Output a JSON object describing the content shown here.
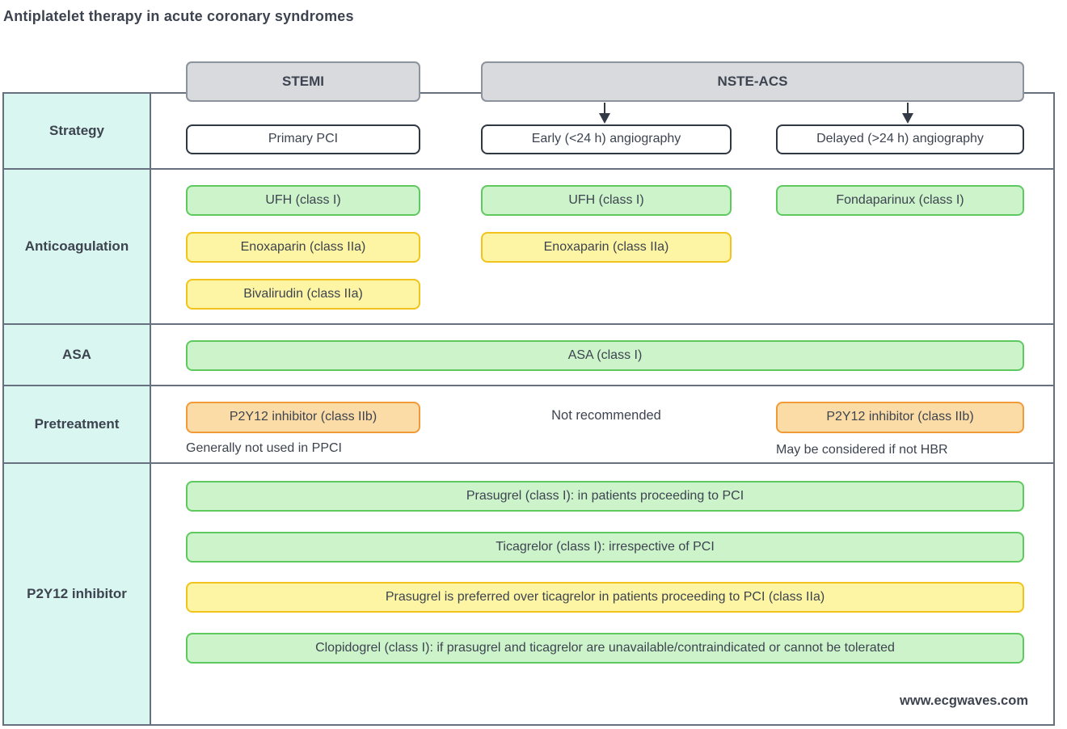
{
  "title": "Antiplatelet therapy in acute coronary syndromes",
  "column_headers": {
    "stemi": "STEMI",
    "nste_acs": "NSTE-ACS"
  },
  "row_labels": {
    "strategy": "Strategy",
    "anticoagulation": "Anticoagulation",
    "asa": "ASA",
    "pretreatment": "Pretreatment",
    "p2y12_inhibitor": "P2Y12 inhibitor"
  },
  "strategy": {
    "stemi": "Primary PCI",
    "nste_early": "Early (<24 h) angiography",
    "nste_delayed": "Delayed (>24 h) angiography"
  },
  "anticoagulation": {
    "stemi": [
      {
        "label": "UFH (class I)",
        "class_color": "green"
      },
      {
        "label": "Enoxaparin (class IIa)",
        "class_color": "yellow"
      },
      {
        "label": "Bivalirudin (class IIa)",
        "class_color": "yellow"
      }
    ],
    "nste_early": [
      {
        "label": "UFH (class I)",
        "class_color": "green"
      },
      {
        "label": "Enoxaparin (class IIa)",
        "class_color": "yellow"
      }
    ],
    "nste_delayed": [
      {
        "label": "Fondaparinux (class I)",
        "class_color": "green"
      }
    ]
  },
  "asa": {
    "label": "ASA (class I)",
    "class_color": "green"
  },
  "pretreatment": {
    "stemi": {
      "box": "P2Y12 inhibitor (class IIb)",
      "class_color": "orange",
      "note": "Generally not used in PPCI"
    },
    "nste_early": {
      "text": "Not recommended"
    },
    "nste_delayed": {
      "box": "P2Y12 inhibitor (class IIb)",
      "class_color": "orange",
      "note": "May be considered if not HBR"
    }
  },
  "p2y12_inhibitor": [
    {
      "label": "Prasugrel (class I): in patients proceeding to PCI",
      "class_color": "green"
    },
    {
      "label": "Ticagrelor (class I): irrespective of PCI",
      "class_color": "green"
    },
    {
      "label": "Prasugrel is preferred over ticagrelor in patients proceeding to PCI (class IIa)",
      "class_color": "yellow"
    },
    {
      "label": "Clopidogrel (class I): if prasugrel and ticagrelor are unavailable/contraindicated or cannot be tolerated",
      "class_color": "green"
    }
  ],
  "watermark": "www.ecgwaves.com",
  "colors": {
    "class_i_green_fill": "#CDF3CB",
    "class_i_green_border": "#5EC95E",
    "class_iia_yellow_fill": "#FDF5A3",
    "class_iia_yellow_border": "#F2C31D",
    "class_iib_orange_fill": "#FCDCA6",
    "class_iib_orange_border": "#F09A38",
    "header_fill": "#D8DADE",
    "header_border": "#8D939C",
    "row_label_fill": "#D9F6F0",
    "table_border": "#66707E",
    "text": "#3D4450"
  }
}
